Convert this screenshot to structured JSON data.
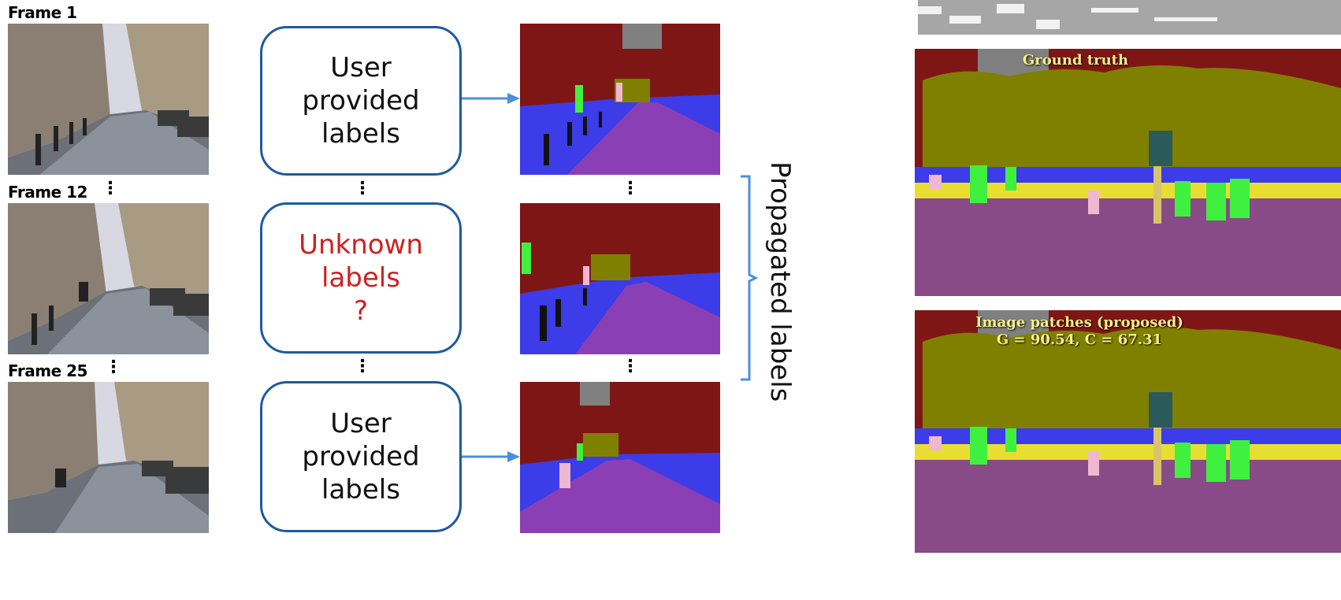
{
  "frames": [
    {
      "label": "Frame 1"
    },
    {
      "label": "Frame 12"
    },
    {
      "label": "Frame 25"
    }
  ],
  "boxes": [
    {
      "text": "User\nprovided\nlabels",
      "color": "#111111"
    },
    {
      "text": "Unknown\nlabels\n?",
      "color": "#d11f1f"
    },
    {
      "text": "User\nprovided\nlabels",
      "color": "#111111"
    }
  ],
  "ellipsis": "⋮",
  "side_label": "Propagated labels",
  "right_panels": [
    {
      "title": "Ground truth"
    },
    {
      "title": "Image patches (proposed)\nG = 90.54, C = 67.31"
    }
  ],
  "colors": {
    "accent_blue": "#1e5aa0",
    "arrow_blue": "#4a90d9",
    "unknown_red": "#d11f1f",
    "seg_sky": "#7f1616",
    "seg_building": "#808080",
    "seg_road": "#8b3fb5",
    "seg_sidewalk": "#3c3ce8",
    "seg_tree": "#808000",
    "seg_pedestrian": "#3ff03f",
    "seg_pole": "#d8c46a",
    "seg_road_panel": "#884b88"
  }
}
